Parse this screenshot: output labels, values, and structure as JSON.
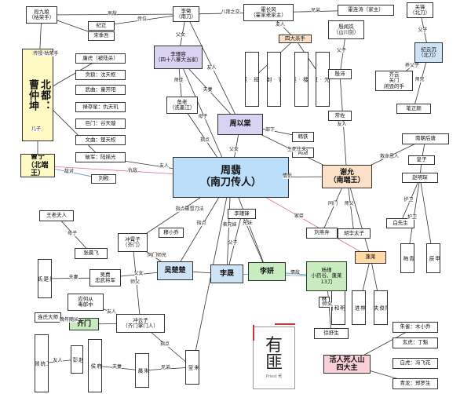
{
  "colors": {
    "yellow": "#fff9c4",
    "blue_main": "#bbdefb",
    "blue_light": "#cfe3f7",
    "lavender": "#d9d2f0",
    "peach": "#fde0c8",
    "green": "#c8ecc0",
    "pink": "#f9d0d8",
    "orange": "#ffd9a8",
    "red_line": "#e07080",
    "blue_line": "#5a8fd6"
  },
  "nodes": {
    "duan_jiuniang": "段九娘\n（枯荣手）",
    "li_wei": "李徵\n（南刀）",
    "xiao_changfeng": "霍长风\n（霍家老家主）",
    "huo_lianhu": "霍连涛（家主）",
    "guan_feng": "关锋\n（北刀）",
    "song_jiwu": "宋季吾",
    "ji_zheng": "纪正",
    "north_capital": "北都：\n曹仲坤",
    "lian_hu": "廉虎（被陆杀）",
    "tanlang": "贪狼：沈天枢",
    "wuqu": "武曲：童开阳",
    "lucun": "禄存星：仇天玑",
    "jumen": "巨门：谷天璇",
    "wenqu": "文曲：楚天权",
    "pojun": "破军：陆摇光",
    "li_jinrong": "李瑾容\n（四十八寨大当家）",
    "yu_lao": "鱼老\n（洗墨江）",
    "feng_ren": "羽\n衣\n班\n·\n霓\n裳",
    "hua_pomian": "黑\n判\n官\n·\n封\n无\n言",
    "mingfeng_lou": "鸣\n风\n楼\n·\n庭\n浩",
    "liu_shuanglou": "陆\n摇\n光\n·\n双\n双",
    "sida_sha": "四大杀手",
    "yin_wen_lan": "殷闻岚\n（山川剑）",
    "yin_pei": "殷沛",
    "chang_zuo": "常佐",
    "ji_yunshen": "纪云沉\n（北刀）",
    "qi_yun": "齐云\n关门\n闭毁的手",
    "bei_zhengyan": "笔正颜",
    "zhou_yitang": "周以棠",
    "cao_ning": "曹宁\n（北端王）",
    "liu_dian": "刘殿",
    "zhou_fei": "周翡\n（南刀传人）",
    "han_zuohan": "韩铁",
    "wenyu": "闻煜",
    "xie_yun": "谢允\n（南端王）",
    "zhou_chao": "南朝后唐",
    "emperor": "赵明琛",
    "huangzi": "皇子",
    "bai_xiansheng": "白先生",
    "qing_mei": "青\n梅",
    "jia_chen": "甲\n辰",
    "wang_laofuren": "王老夫人",
    "zhang_chen": "张晨飞",
    "chong_xiaozi": "冲霄子\n（齐门）",
    "mu_xiaoqiao": "穆小乔",
    "wu_chuchu": "吴楚楚",
    "li_sheng": "李晟",
    "li_yan": "李妍",
    "li_jinfeng": "李瑾锋",
    "liu_yanwu": "刘燕弁",
    "ying_he": "杨瑾\n小药谷、蓬莱\n13刀",
    "huo_ruze": "胡孛太子",
    "penglai": "蓬莱",
    "wu_fei": "吴\n楚\n氏",
    "wu_huang": "吴费\n忠武将军",
    "ying_cong": "应何从\n毒郎中",
    "qi_men": "齐门",
    "lian_nu": "连氏大师",
    "chong_yunzi": "冲云子\n（齐门掌门人）",
    "da_nei": "大\n内\n侍\n卫\n统\n领\n·\n君\n洵",
    "zhao_gai": "赵\n彭",
    "xingnan_hou": "兴\n南\n唐\n府\n侯\n·\n宋\n庄",
    "zhu_chen": "朱\n晨",
    "zhu_ying": "朱\n莹",
    "tong_lan": "同\n明\n和\n尚",
    "lin_jin": "林\n进",
    "chen_jun": "陈\n俊\n夫",
    "xu_sheng": "徐舒生",
    "huo_tou": "活人死人山\n四大主",
    "zhu_que": "朱雀：木小乔",
    "xuan_wu": "玄虎：丁魁",
    "bai_hu": "白虎：冯飞花",
    "qing_long": "青龙：郑罗生",
    "you_fei_title": "有\n匪",
    "you_fei_author": "Priest 著",
    "kan_ying": "林叟"
  },
  "labels": {
    "enemy1": "夙敌",
    "master1": "父子",
    "bajiu": "八拜之交",
    "brothers1": "兄弟",
    "friend1": "友人",
    "passon": "传位",
    "chuanshou": "传授·枯荣手",
    "enemy_b": "仇敌",
    "friend_b": "友人",
    "father_b": "父女",
    "master_b": "师父",
    "zhen_ye": "夫妻",
    "zhizi": "师徒",
    "zhijue": "拜师",
    "son1": "儿子",
    "father2": "父女",
    "hostile": "敌对",
    "xiong_mei": "兄妹",
    "qinglv": "情侣",
    "shengsi": "生死往来",
    "jiuming": "救命恩人",
    "huwei": "护卫",
    "tongmen": "同门",
    "huwei2": "护卫",
    "qiren": "师父",
    "bu_xia": "部下",
    "fuzi2": "父子",
    "tongmen_chuanjian": "同门师兄",
    "zhidian": "指点",
    "zhidian2": "指点",
    "zhidian_shijian": "指点破雪刀法",
    "biao_xiong": "表兄妹",
    "xiongmei2": "兄妹",
    "friend_c": "友人",
    "enemy_c": "仇敌",
    "qingdi": "情敌",
    "fuqi2": "夫妻",
    "muzi": "母子",
    "friend_d": "友人",
    "dixiong": "兄弟",
    "wan_nian": "晚年随从",
    "fuqi3": "夫妻",
    "shifu": "师父",
    "shifu2": "师父",
    "xie_zi": "养父子",
    "zhidian3": "指点",
    "jia_ren": "家臣",
    "youren_e": "友人",
    "shi_xiong": "师兄"
  }
}
